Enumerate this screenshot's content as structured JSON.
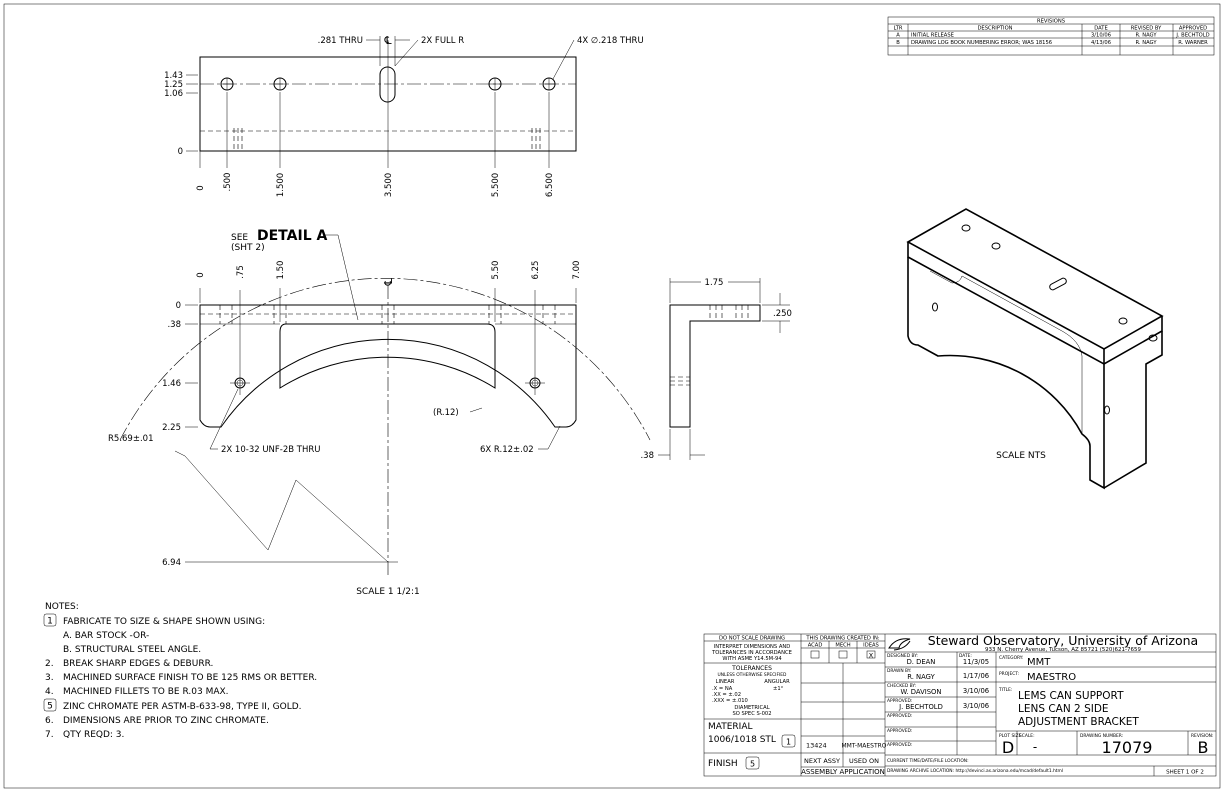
{
  "revisions": {
    "title": "REVISIONS",
    "headers": [
      "LTR",
      "DESCRIPTION",
      "DATE",
      "REVISED BY",
      "APPROVED"
    ],
    "rows": [
      [
        "A",
        "INITIAL RELEASE",
        "3/10/06",
        "R. NAGY",
        "J. BECHTOLD"
      ],
      [
        "B",
        "DRAWING LOG BOOK NUMBERING ERROR; WAS 18156",
        "4/13/06",
        "R. NAGY",
        "R. WARNER"
      ]
    ]
  },
  "top_view": {
    "thru_label": ".281 THRU",
    "center_mark": "℄",
    "full_r_label": "2X  FULL R",
    "holes_label": "4X ∅.218 THRU",
    "y_dims": [
      "1.43",
      "1.25",
      "1.06",
      "0"
    ],
    "x_dims": [
      "0",
      ".500",
      "1.500",
      "3.500",
      "5.500",
      "6.500"
    ]
  },
  "front_view": {
    "see": "SEE",
    "detail": "DETAIL A",
    "sheet": "(SHT 2)",
    "x_dims": [
      "0",
      ".75",
      "1.50",
      "℄",
      "5.50",
      "6.25",
      "7.00"
    ],
    "y_dims": [
      "0",
      ".38",
      "1.46",
      "2.25",
      "6.94"
    ],
    "radius_label": "R5.69±.01",
    "tap_label": "2X 10-32 UNF-2B THRU",
    "r12_label": "(R.12)",
    "fillet_label": "6X R.12±.02",
    "scale": "SCALE 1 1/2:1"
  },
  "side_view": {
    "width": "1.75",
    "thickness": ".250",
    "bottom": ".38"
  },
  "iso_view": {
    "scale": "SCALE NTS"
  },
  "notes": {
    "heading": "NOTES:",
    "items": [
      {
        "num": "1",
        "boxed": true,
        "text": "FABRICATE TO SIZE & SHAPE SHOWN USING:"
      },
      {
        "num": "",
        "boxed": false,
        "text": "A. BAR STOCK -OR-"
      },
      {
        "num": "",
        "boxed": false,
        "text": "B. STRUCTURAL STEEL ANGLE."
      },
      {
        "num": "2.",
        "boxed": false,
        "text": "BREAK SHARP EDGES & DEBURR."
      },
      {
        "num": "3.",
        "boxed": false,
        "text": "MACHINED SURFACE FINISH TO BE 125 RMS OR BETTER."
      },
      {
        "num": "4.",
        "boxed": false,
        "text": "MACHINED FILLETS TO BE R.03 MAX."
      },
      {
        "num": "5",
        "boxed": true,
        "text": "ZINC CHROMATE PER ASTM-B-633-98, TYPE II, GOLD."
      },
      {
        "num": "6.",
        "boxed": false,
        "text": "DIMENSIONS ARE PRIOR TO ZINC CHROMATE."
      },
      {
        "num": "7.",
        "boxed": false,
        "text": "QTY REQD: 3."
      }
    ]
  },
  "title_block": {
    "do_not_scale": "DO NOT SCALE DRAWING",
    "interpret": [
      "INTERPRET DIMENSIONS AND",
      "TOLERANCES IN ACCORDANCE",
      "WITH ASME Y14.5M-94"
    ],
    "tolerances": "TOLERANCES",
    "unless": "UNLESS OTHERWISE SPECIFIED",
    "linear": "LINEAR",
    "angular": "ANGULAR",
    "tol_lines": [
      ".X   = NA",
      ".XX  = ±.02",
      ".XXX = ±.010"
    ],
    "angular_val": "±1°",
    "diametrical": "DIAMETRICAL",
    "spec": "SO SPEC S-002",
    "material_label": "MATERIAL",
    "material": "1006/1018 STL",
    "material_note": "1",
    "finish_label": "FINISH",
    "finish_note": "5",
    "created_in": "THIS DRAWING CREATED IN:",
    "acad": "ACAD",
    "mech": "MECH",
    "ideas": "IDEAS",
    "ideas_mark": "X",
    "next_assy_num": "13424",
    "next_assy_name": "MMT-MAESTRO",
    "next_assy": "NEXT ASSY",
    "used_on": "USED ON",
    "assembly_app": "ASSEMBLY APPLICATION",
    "org": "Steward Observatory, University of Arizona",
    "address": "933 N. Cherry Avenue, Tucson, AZ  85721   (520)621-7659",
    "designed_by_label": "DESIGNED BY:",
    "designed_by": "D. DEAN",
    "date_label": "DATE:",
    "designed_date": "11/3/05",
    "drawn_by_label": "DRAWN BY:",
    "drawn_by": "R. NAGY",
    "drawn_date": "1/17/06",
    "checked_by_label": "CHECKED BY:",
    "checked_by": "W. DAVISON",
    "checked_date": "3/10/06",
    "approved_label": "APPROVED:",
    "approved1": "J. BECHTOLD",
    "approved1_date": "3/10/06",
    "category_label": "CATEGORY:",
    "category": "MMT",
    "project_label": "PROJECT:",
    "project": "MAESTRO",
    "title_label": "TITLE:",
    "title_lines": [
      "LEMS CAN SUPPORT",
      "LENS CAN 2 SIDE",
      "ADJUSTMENT BRACKET"
    ],
    "plot_size_label": "PLOT SIZE",
    "plot_size": "D",
    "scale_label": "SCALE:",
    "scale": "-",
    "drawing_number_label": "DRAWING NUMBER:",
    "drawing_number": "17079",
    "revision_label": "REVISION:",
    "revision": "B",
    "current_time_label": "CURRENT TIME/DATE/FILE LOCATION:",
    "archive_label": "DRAWING ARCHIVE LOCATION: http://devinci.as.arizona.edu/mcad/default1.html",
    "sheet": "SHEET 1 OF 2"
  }
}
